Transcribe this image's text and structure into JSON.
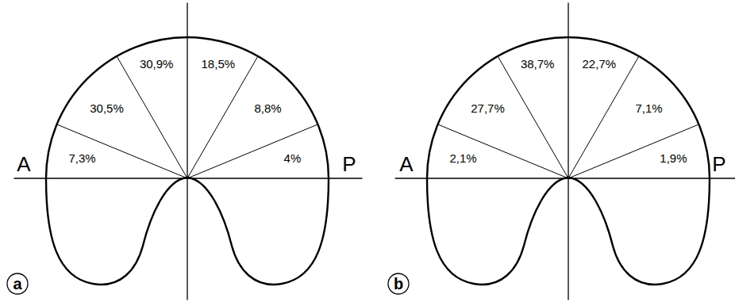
{
  "diagram": {
    "nodes": [
      {
        "text": [
          "a"
        ]
      },
      {
        "text": [
          "b"
        ]
      }
    ],
    "labels": [
      "30,9%",
      "18,5%",
      "30,5%",
      "8,8%",
      "7,3%",
      "4%",
      "A",
      "P",
      "38,7%",
      "22,7%",
      "27,7%",
      "7,1%",
      "2,1%",
      "1,9%",
      "A",
      "P"
    ]
  }
}
